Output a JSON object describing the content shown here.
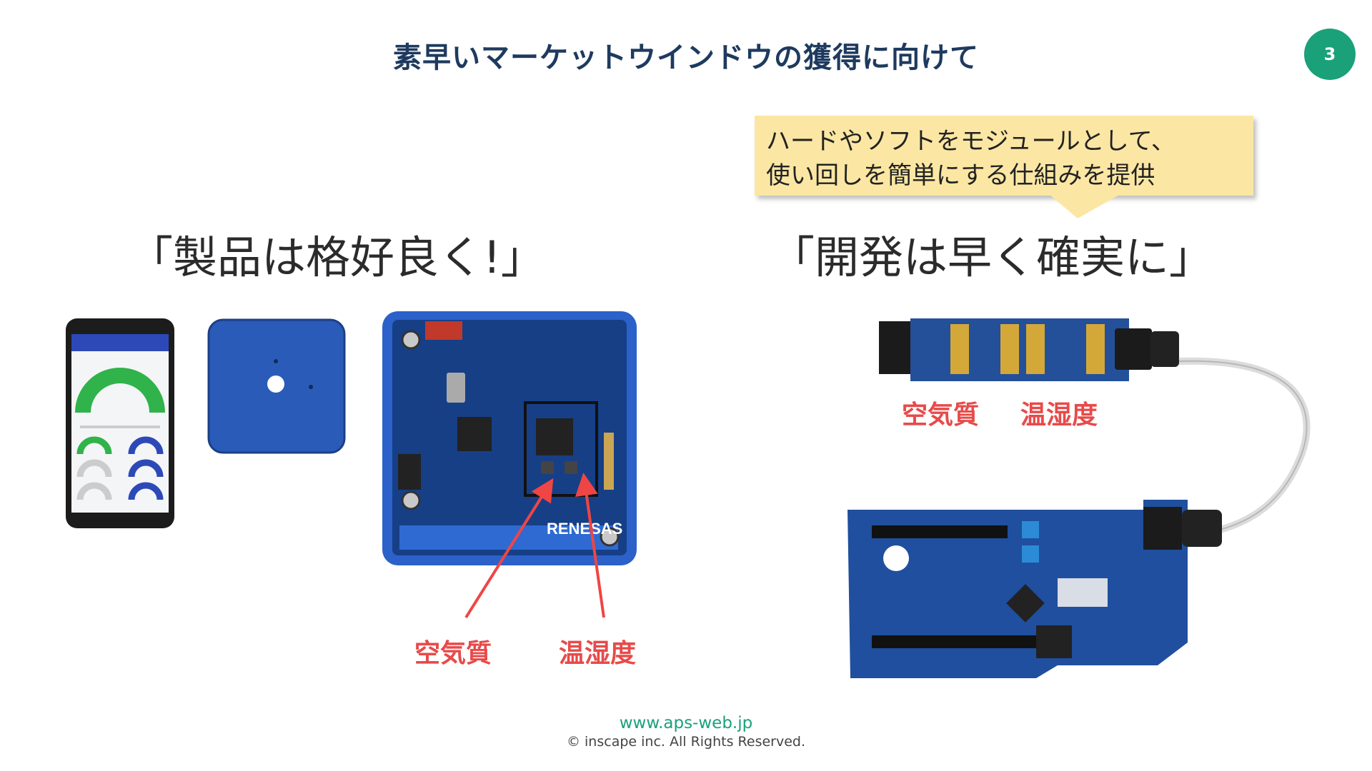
{
  "header": {
    "title": "素早いマーケットウインドウの獲得に向けて",
    "page_number": "3"
  },
  "left": {
    "heading": "「製品は格好良く!」",
    "labels": {
      "air_quality": "空気質",
      "temp_humidity": "温湿度"
    },
    "board_brand": "RENESAS"
  },
  "right": {
    "callout": {
      "line1": "ハードやソフトをモジュールとして、",
      "line2": "使い回しを簡単にする仕組みを提供"
    },
    "heading": "「開発は早く確実に」",
    "labels": {
      "air_quality": "空気質",
      "temp_humidity": "温湿度"
    }
  },
  "footer": {
    "url": "www.aps-web.jp",
    "copyright": "© inscape inc. All Rights Reserved."
  },
  "colors": {
    "title": "#1e3a5f",
    "accent_green": "#1aa17a",
    "label_red": "#e84a4a",
    "callout_bg": "#fbe7a3",
    "board_blue": "#1f4f9e"
  }
}
